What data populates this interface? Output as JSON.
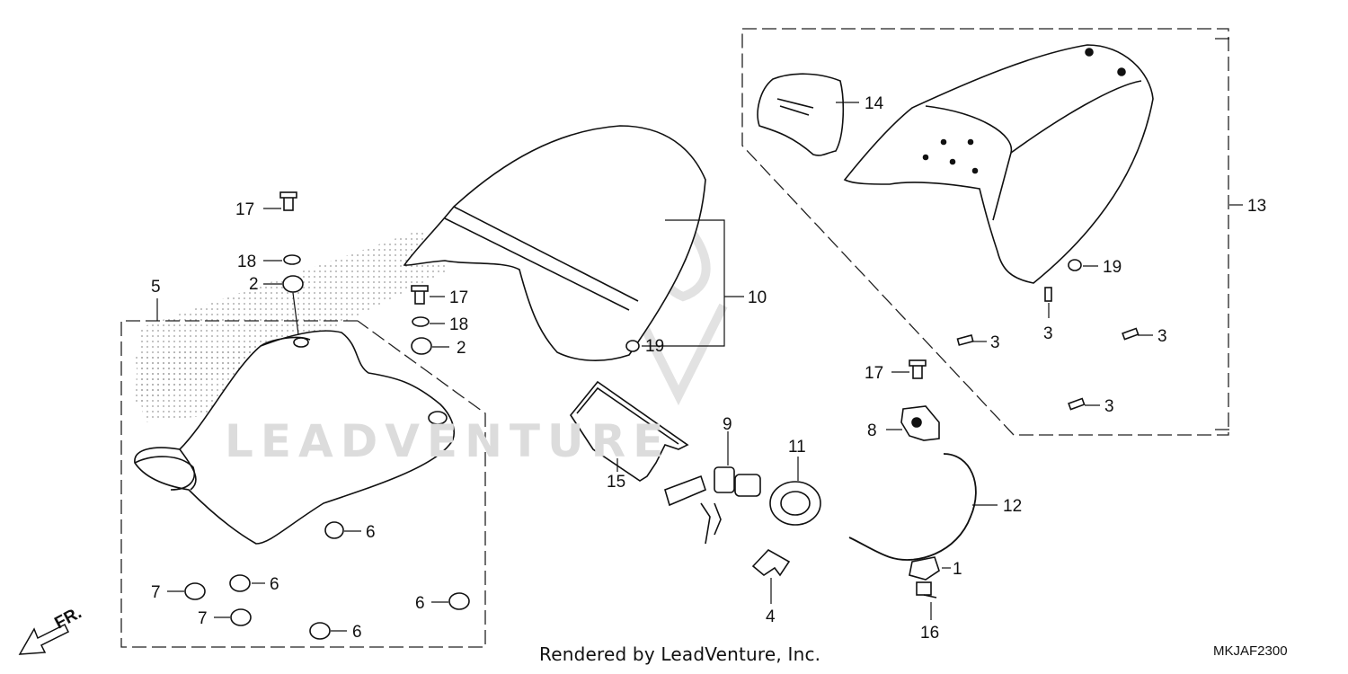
{
  "footer": {
    "credit": "Rendered by LeadVenture, Inc.",
    "code": "MKJAF2300"
  },
  "watermark": {
    "text": "LEADVENTURE"
  },
  "direction": {
    "label": "FR.",
    "icon": "front-arrow-icon"
  },
  "callouts": {
    "c1": "1",
    "c2a": "2",
    "c2b": "2",
    "c3a": "3",
    "c3b": "3",
    "c3c": "3",
    "c3d": "3",
    "c4": "4",
    "c5": "5",
    "c6a": "6",
    "c6b": "6",
    "c6c": "6",
    "c6d": "6",
    "c7a": "7",
    "c7b": "7",
    "c8": "8",
    "c9": "9",
    "c10": "10",
    "c11": "11",
    "c12": "12",
    "c13": "13",
    "c14": "14",
    "c15": "15",
    "c16": "16",
    "c17a": "17",
    "c17b": "17",
    "c17c": "17",
    "c18a": "18",
    "c18b": "18",
    "c19a": "19",
    "c19b": "19"
  }
}
